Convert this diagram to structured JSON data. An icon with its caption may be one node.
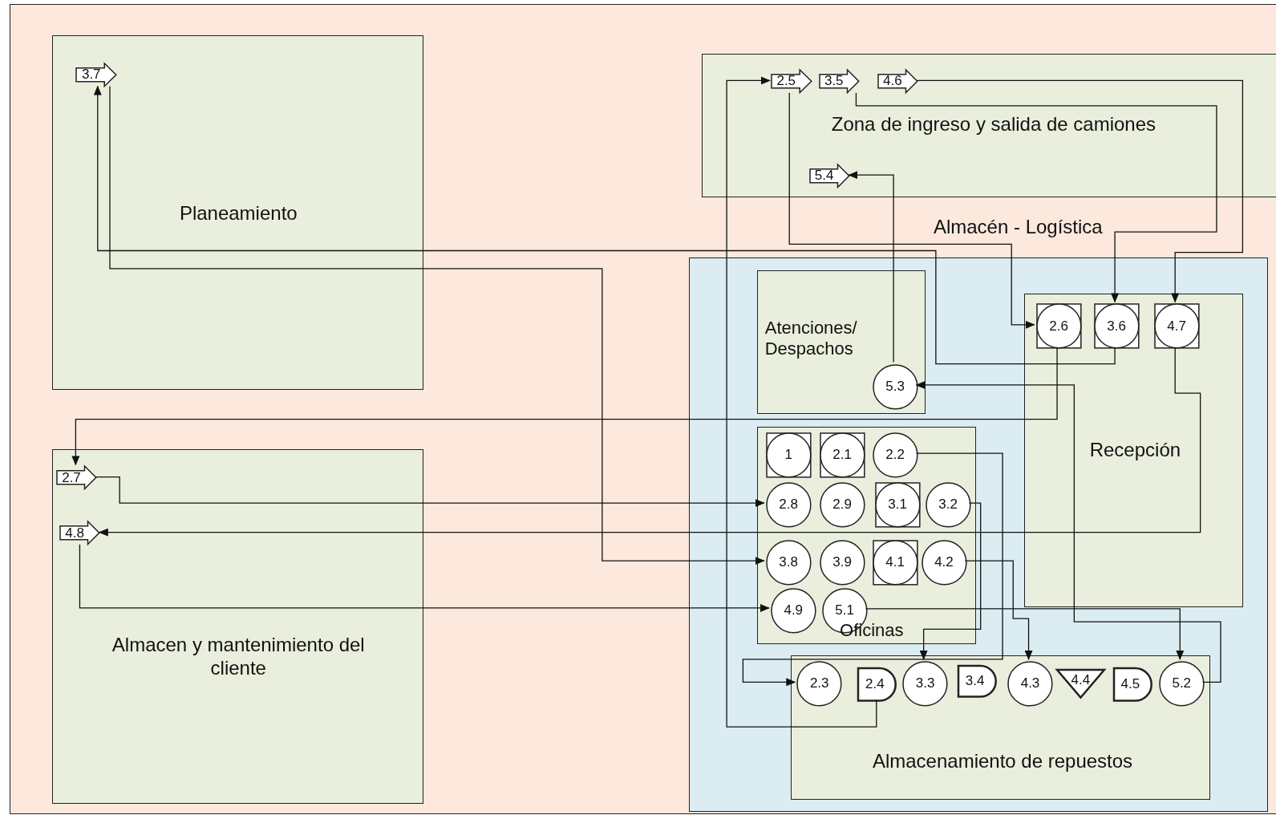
{
  "diagram": {
    "nodes": [
      {
        "text": [
          "Planeamiento"
        ]
      },
      {
        "text": [
          "3.7"
        ],
        "in": 0
      },
      {
        "text": [
          "Zona de ingreso y salida de camiones"
        ]
      },
      {
        "text": [
          "2.5"
        ],
        "in": 2
      },
      {
        "text": [
          "3.5"
        ],
        "in": 2
      },
      {
        "text": [
          "4.6"
        ],
        "in": 2
      },
      {
        "text": [
          "5.4"
        ],
        "in": 2
      },
      {
        "text": [
          "Almacén - Logística"
        ]
      },
      {
        "text": [
          "Atenciones/ Despachos"
        ],
        "in": 7
      },
      {
        "text": [
          "5.3"
        ],
        "in": 8
      },
      {
        "text": [
          "Recepción"
        ],
        "in": 7
      },
      {
        "text": [
          "2.6"
        ],
        "in": 10
      },
      {
        "text": [
          "3.6"
        ],
        "in": 10
      },
      {
        "text": [
          "4.7"
        ],
        "in": 10
      },
      {
        "text": [
          "Almacen y mantenimiento del cliente"
        ]
      },
      {
        "text": [
          "2.7"
        ],
        "in": 14
      },
      {
        "text": [
          "4.8"
        ],
        "in": 14
      },
      {
        "text": [
          "Oficinas"
        ],
        "in": 7
      },
      {
        "text": [
          "1"
        ],
        "in": 17
      },
      {
        "text": [
          "2.1"
        ],
        "in": 17
      },
      {
        "text": [
          "2.2"
        ],
        "in": 17
      },
      {
        "text": [
          "2.8"
        ],
        "in": 17
      },
      {
        "text": [
          "2.9"
        ],
        "in": 17
      },
      {
        "text": [
          "3.1"
        ],
        "in": 17
      },
      {
        "text": [
          "3.2"
        ],
        "in": 17
      },
      {
        "text": [
          "3.8"
        ],
        "in": 17
      },
      {
        "text": [
          "3.9"
        ],
        "in": 17
      },
      {
        "text": [
          "4.1"
        ],
        "in": 17
      },
      {
        "text": [
          "4.2"
        ],
        "in": 17
      },
      {
        "text": [
          "4.9"
        ],
        "in": 17
      },
      {
        "text": [
          "5.1"
        ],
        "in": 17
      },
      {
        "text": [
          "Almacenamiento de repuestos"
        ],
        "in": 7
      },
      {
        "text": [
          "2.3"
        ],
        "in": 31
      },
      {
        "text": [
          "2.4"
        ],
        "in": 31
      },
      {
        "text": [
          "3.3"
        ],
        "in": 31
      },
      {
        "text": [
          "3.4"
        ],
        "in": 31
      },
      {
        "text": [
          "4.3"
        ],
        "in": 31
      },
      {
        "text": [
          "4.4"
        ],
        "in": 31
      },
      {
        "text": [
          "4.5"
        ],
        "in": 31
      },
      {
        "text": [
          "5.2"
        ],
        "in": 31
      }
    ],
    "edges": [
      {
        "from": 33,
        "to": 3,
        "arrow": "to"
      },
      {
        "from": 3,
        "to": 11,
        "arrow": "to"
      },
      {
        "from": 11,
        "to": 15,
        "arrow": "to"
      },
      {
        "from": 15,
        "to": 21,
        "arrow": "to"
      },
      {
        "from": 20,
        "to": 32,
        "arrow": "to"
      },
      {
        "from": 24,
        "to": 34,
        "arrow": "to"
      },
      {
        "from": 4,
        "to": 12,
        "arrow": "to"
      },
      {
        "from": 12,
        "to": 1,
        "arrow": "to"
      },
      {
        "from": 1,
        "to": 25,
        "arrow": "to"
      },
      {
        "from": 28,
        "to": 36,
        "arrow": "to"
      },
      {
        "from": 5,
        "to": 13,
        "arrow": "to"
      },
      {
        "from": 13,
        "to": 16,
        "arrow": "to"
      },
      {
        "from": 16,
        "to": 29,
        "arrow": "to"
      },
      {
        "from": 30,
        "to": 39,
        "arrow": "to"
      },
      {
        "from": 39,
        "to": 9,
        "arrow": "to"
      },
      {
        "from": 9,
        "to": 6,
        "arrow": "to"
      }
    ]
  }
}
